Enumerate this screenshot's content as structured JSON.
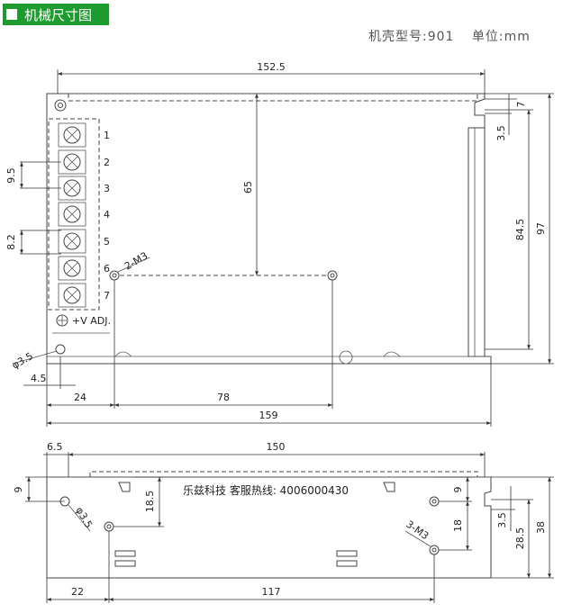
{
  "header": {
    "title": "机械尺寸图",
    "model": "机壳型号:901",
    "unit": "单位:mm"
  },
  "top_view": {
    "dims": {
      "width_top": "152.5",
      "width_bottom": "159",
      "height_total": "97",
      "height_inner": "84.5",
      "right_7": "7",
      "right_3_5": "3.5",
      "depth_65": "65",
      "pitch_9_5": "9.5",
      "pitch_8_2": "8.2",
      "hole_offset_4_5": "4.5",
      "hole_x_24": "24",
      "hole_span_78": "78",
      "hole_dia": "φ3.5",
      "screws": "2-M3"
    },
    "terminals": [
      "1",
      "2",
      "3",
      "4",
      "5",
      "6",
      "7"
    ],
    "vadj": "+V ADJ."
  },
  "side_view": {
    "dims": {
      "width_150": "150",
      "offset_6_5": "6.5",
      "left_9": "9",
      "h_18_5": "18.5",
      "right_9": "9",
      "right_18": "18",
      "height_38": "38",
      "height_28_5": "28.5",
      "height_3_5": "3.5",
      "bottom_22": "22",
      "bottom_117": "117",
      "hole_dia": "φ3.5",
      "screws": "3-M3"
    },
    "hotline": "乐兹科技 客服热线: 4006000430"
  }
}
